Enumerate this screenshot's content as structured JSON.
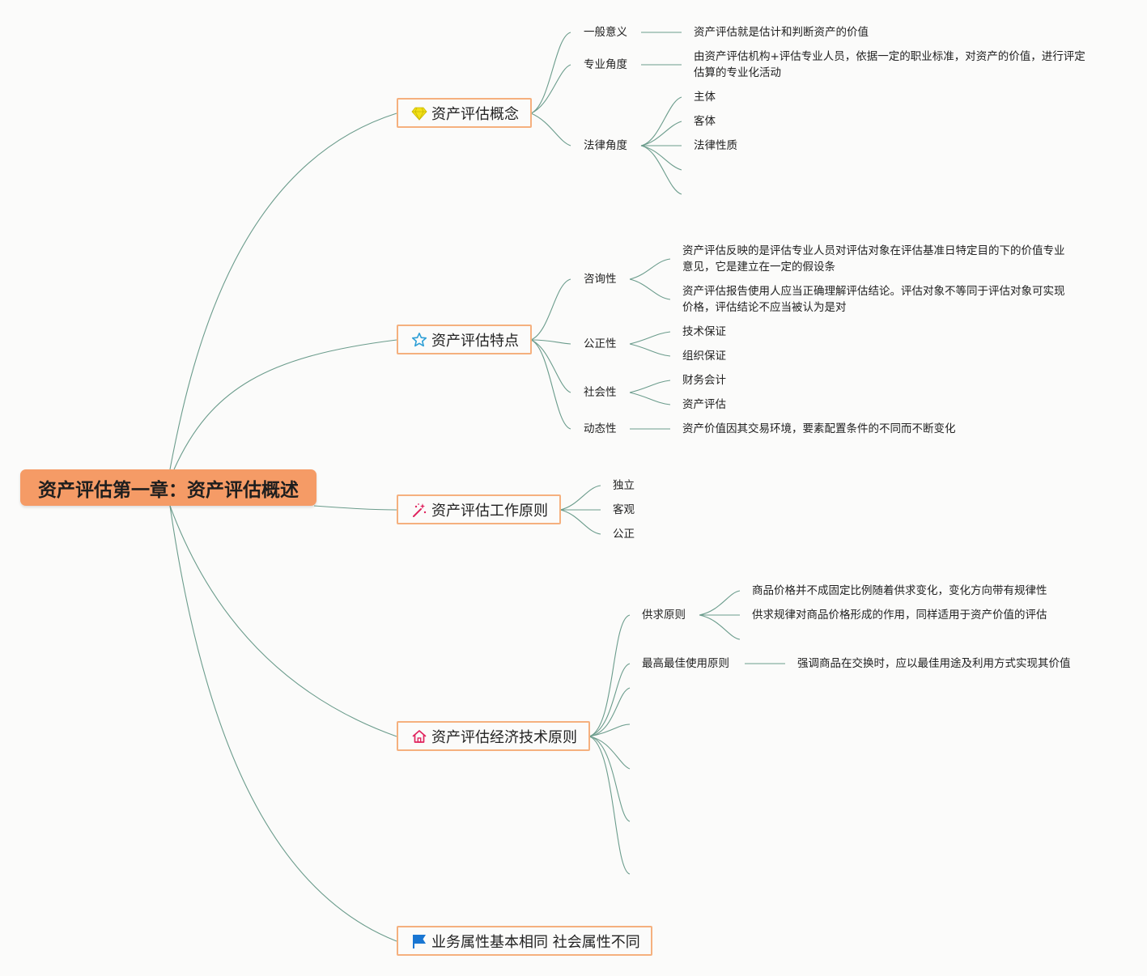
{
  "root": {
    "title": "资产评估第一章：资产评估概述"
  },
  "branches": {
    "concept": {
      "title": "资产评估概念",
      "icon": "diamond-icon",
      "general": {
        "label": "一般意义",
        "detail": "资产评估就是估计和判断资产的价值"
      },
      "professional": {
        "label": "专业角度",
        "detail_line1": "由资产评估机构+评估专业人员，依据一定的职业标准，对资产的价值，进行评定",
        "detail_line2": "估算的专业化活动"
      },
      "legal": {
        "label": "法律角度",
        "items": [
          "主体",
          "客体",
          "法律性质"
        ]
      }
    },
    "features": {
      "title": "资产评估特点",
      "icon": "star-icon",
      "advisory": {
        "label": "咨询性",
        "text1_line1": "资产评估反映的是评估专业人员对评估对象在评估基准日特定目的下的价值专业",
        "text1_line2": "意见，它是建立在一定的假设条",
        "text2_line1": "资产评估报告使用人应当正确理解评估结论。评估对象不等同于评估对象可实现",
        "text2_line2": "价格，评估结论不应当被认为是对"
      },
      "fairness": {
        "label": "公正性",
        "items": [
          "技术保证",
          "组织保证"
        ]
      },
      "social": {
        "label": "社会性",
        "items": [
          "财务会计",
          "资产评估"
        ]
      },
      "dynamic": {
        "label": "动态性",
        "detail": "资产价值因其交易环境，要素配置条件的不同而不断变化"
      }
    },
    "work_principles": {
      "title": "资产评估工作原则",
      "icon": "magic-wand-icon",
      "items": [
        "独立",
        "客观",
        "公正"
      ]
    },
    "economic_principles": {
      "title": "资产评估经济技术原则",
      "icon": "home-icon",
      "supply_demand": {
        "label": "供求原则",
        "items": [
          "商品价格并不成固定比例随着供求变化，变化方向带有规律性",
          "供求规律对商品价格形成的作用，同样适用于资产价值的评估"
        ]
      },
      "best_use": {
        "label": "最高最佳使用原则",
        "detail": "强调商品在交换时，应以最佳用途及利用方式实现其价值"
      }
    },
    "attributes": {
      "title": "业务属性基本相同 社会属性不同",
      "icon": "flag-icon"
    }
  },
  "colors": {
    "root_fill": "#f59b66",
    "branch_border": "#f5b07e",
    "link": "#6b9c8c",
    "diamond": "#f2e018",
    "star": "#2e9fd6",
    "wand": "#e0245e",
    "home": "#e0245e",
    "flag": "#1976d2"
  }
}
